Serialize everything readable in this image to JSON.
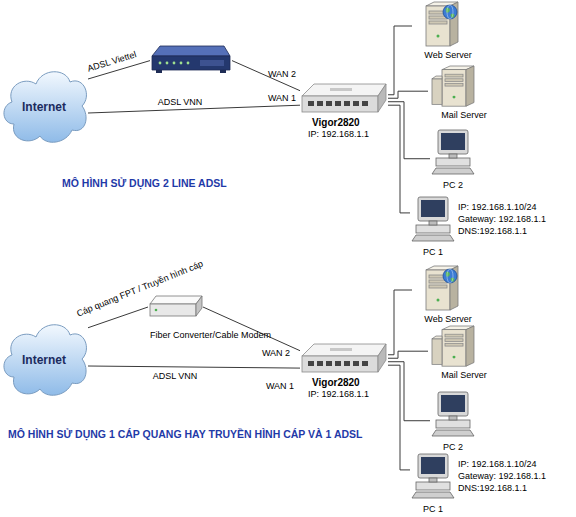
{
  "diagram": {
    "nodes": [
      {
        "text": [
          "Internet"
        ]
      },
      {
        "text": []
      },
      {
        "text": [
          "Vigor2820",
          "IP: 192.168.1.1"
        ]
      },
      {
        "text": [
          "Web Server"
        ]
      },
      {
        "text": [
          "Mail Server"
        ]
      },
      {
        "text": [
          "PC 2"
        ]
      },
      {
        "text": [
          "PC 1",
          "IP: 192.168.1.10/24 Gateway: 192.168.1.1 DNS:192.168.1.1"
        ]
      },
      {
        "text": [
          "Internet"
        ]
      },
      {
        "text": [
          "Fiber Converter/Cable Modem"
        ]
      },
      {
        "text": [
          "Vigor2820",
          "IP: 192.168.1.1"
        ]
      },
      {
        "text": [
          "Web Server"
        ]
      },
      {
        "text": [
          "Mail Server"
        ]
      },
      {
        "text": [
          "PC 2"
        ]
      },
      {
        "text": [
          "PC 1",
          "IP: 192.168.1.10/24 Gateway: 192.168.1.1 DNS:192.168.1.1"
        ]
      }
    ],
    "edges": [
      {
        "from": 0,
        "to": 1,
        "arrow": "none",
        "label": "ADSL Viettel"
      },
      {
        "from": 1,
        "to": 2,
        "arrow": "none",
        "label": "WAN 2"
      },
      {
        "from": 0,
        "to": 2,
        "arrow": "none",
        "label": "ADSL VNN"
      },
      {
        "from": 2,
        "to": 3,
        "arrow": "none"
      },
      {
        "from": 2,
        "to": 4,
        "arrow": "none"
      },
      {
        "from": 2,
        "to": 5,
        "arrow": "none"
      },
      {
        "from": 2,
        "to": 6,
        "arrow": "none"
      },
      {
        "from": 7,
        "to": 8,
        "arrow": "none",
        "label": "Cáp quang FPT / Truyền hình cáp"
      },
      {
        "from": 8,
        "to": 9,
        "arrow": "none",
        "label": "WAN 2"
      },
      {
        "from": 7,
        "to": 9,
        "arrow": "none",
        "label": "ADSL VNN"
      },
      {
        "from": 9,
        "to": 10,
        "arrow": "none"
      },
      {
        "from": 9,
        "to": 11,
        "arrow": "none"
      },
      {
        "from": 9,
        "to": 12,
        "arrow": "none"
      },
      {
        "from": 9,
        "to": 13,
        "arrow": "none"
      }
    ],
    "labels": [
      "WAN 1",
      "MÔ HÌNH SỬ DỤNG 2 LINE ADSL",
      "WAN 1",
      "MÔ HÌNH SỬ DỤNG 1 CÁP QUANG HAY TRUYỀN HÌNH CÁP VÀ 1 ADSL"
    ]
  }
}
